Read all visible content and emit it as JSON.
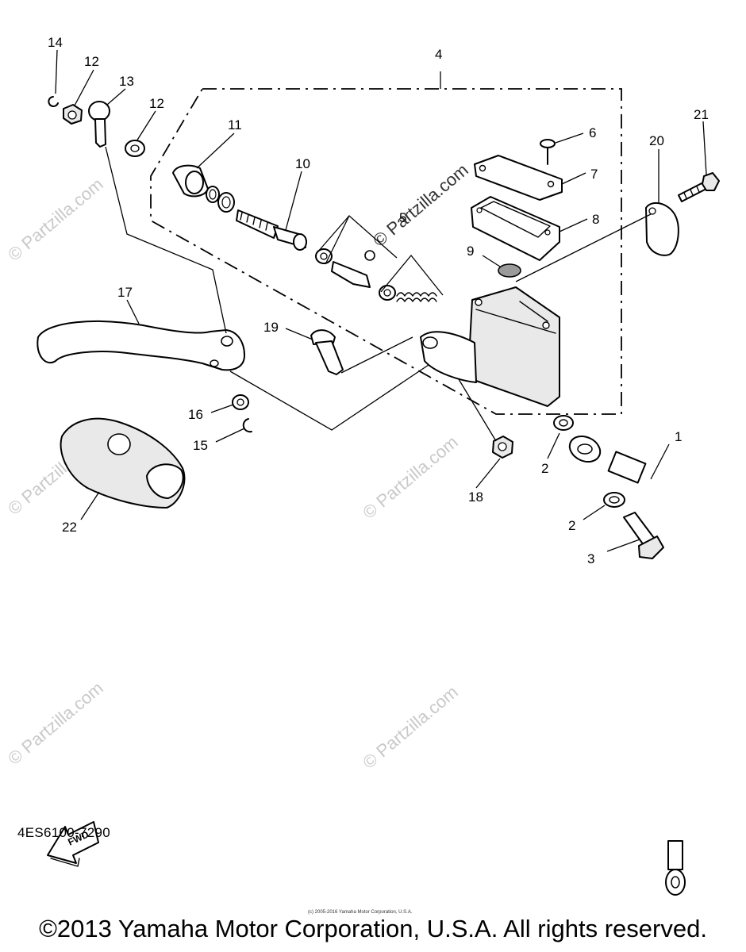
{
  "watermark": "© Partzilla.com",
  "diagram_code": "4ES6100-7290",
  "fwd_label": "FWD",
  "fine_print": "(c) 2005-2016 Yamaha Motor Corporation, U.S.A.",
  "copyright": "©2013 Yamaha Motor Corporation, U.S.A. All rights reserved.",
  "callouts": {
    "c1": "1",
    "c2a": "2",
    "c2b": "2",
    "c3": "3",
    "c4": "4",
    "c5": "5",
    "c6": "6",
    "c7": "7",
    "c8": "8",
    "c9": "9",
    "c10": "10",
    "c11": "11",
    "c12a": "12",
    "c12b": "12",
    "c13": "13",
    "c14": "14",
    "c15": "15",
    "c16": "16",
    "c17": "17",
    "c18": "18",
    "c19": "19",
    "c20": "20",
    "c21": "21",
    "c22": "22"
  }
}
